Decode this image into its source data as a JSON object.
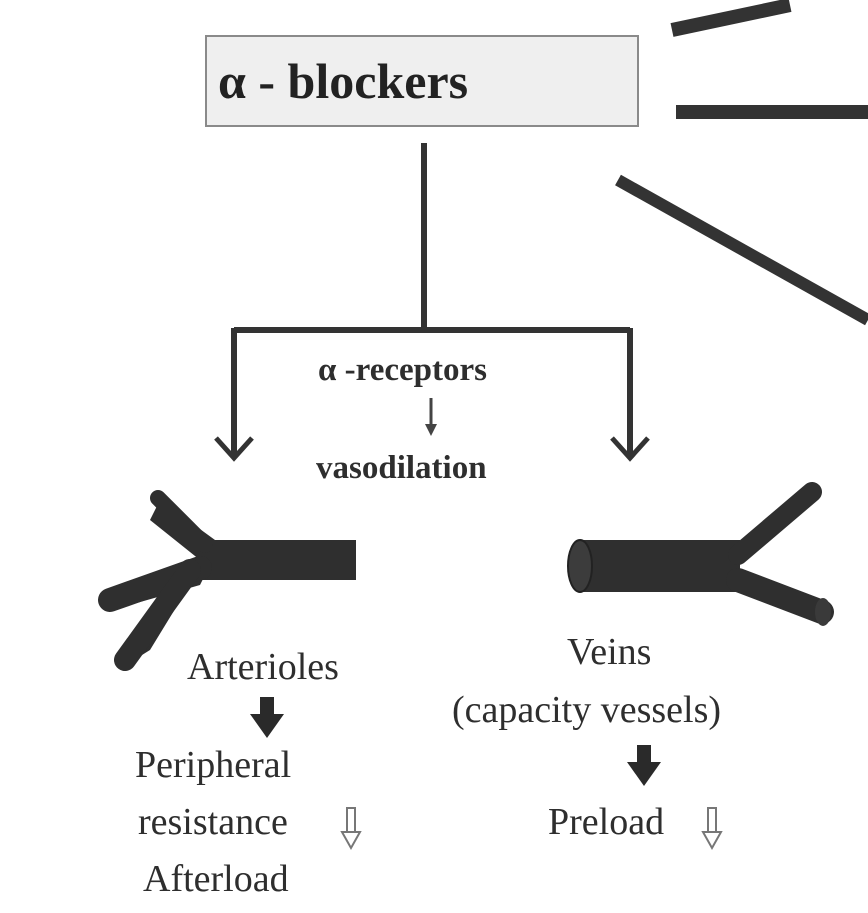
{
  "title": "α - blockers",
  "mechanism": {
    "receptor": "α -receptors",
    "effect": "vasodilation"
  },
  "left_branch": {
    "vessel": "Arterioles",
    "line1": "Peripheral",
    "line2": "resistance",
    "line3": "Afterload"
  },
  "right_branch": {
    "vessel": "Veins",
    "vessel_detail": "(capacity vessels)",
    "outcome": "Preload"
  },
  "colors": {
    "line": "#333333",
    "vessel_fill": "#2f2f2f",
    "title_box": "#efefef"
  }
}
